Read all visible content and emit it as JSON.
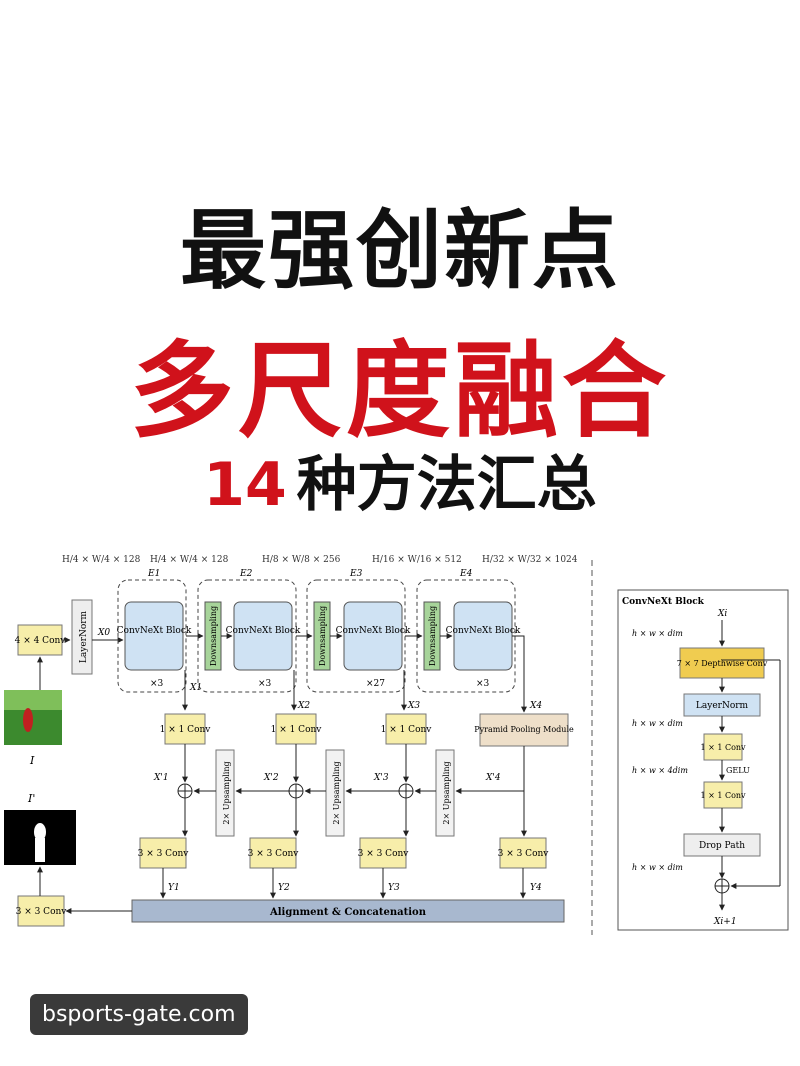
{
  "title": {
    "line1": "最强创新点",
    "line2": "多尺度融合",
    "count": "14",
    "line3_rest": "种方法汇总"
  },
  "diagram": {
    "dims": {
      "d1": "H/4 × W/4 × 128",
      "d2": "H/4 × W/4 × 128",
      "d3": "H/8 × W/8 × 256",
      "d4": "H/16 × W/16 × 512",
      "d5": "H/32 × W/32 × 1024"
    },
    "enc_labels": [
      "E1",
      "E2",
      "E3",
      "E4"
    ],
    "conv44": "4 × 4 Conv",
    "layernorm": "LayerNorm",
    "x0": "X0",
    "convnext_block": "ConvNeXt Block",
    "repeats": [
      "×3",
      "×3",
      "×27",
      "×3"
    ],
    "downsampling": "Downsampling",
    "x_labels": [
      "X1",
      "X2",
      "X3",
      "X4"
    ],
    "conv11": "1 × 1 Conv",
    "ppm": "Pyramid Pooling Module",
    "upsampling": "2× Upsampling",
    "xp_labels": [
      "X'1",
      "X'2",
      "X'3",
      "X'4"
    ],
    "conv33": "3 × 3 Conv",
    "y_labels": [
      "Y1",
      "Y2",
      "Y3",
      "Y4"
    ],
    "align": "Alignment & Concatenation",
    "I": "I",
    "Ip": "I'",
    "panel": {
      "title": "ConvNeXt Block",
      "xi": "Xi",
      "xi1": "Xi+1",
      "dw": "7 × 7 Depthwise Conv",
      "ln": "LayerNorm",
      "c1": "1 × 1 Conv",
      "gelu": "GELU",
      "c2": "1 × 1 Conv",
      "dp": "Drop Path",
      "dim1": "h × w × dim",
      "dim2": "h × w × dim",
      "dim3": "h × w × 4dim",
      "dim4": "h × w × dim"
    }
  },
  "watermark": "bsports-gate.com",
  "colors": {
    "red": "#d0121b",
    "yellow": "#f7eeaa",
    "blue": "#cfe2f3",
    "green": "#a7d49a",
    "gray_bar": "#a8b8cf",
    "ppm": "#eedfc9"
  }
}
